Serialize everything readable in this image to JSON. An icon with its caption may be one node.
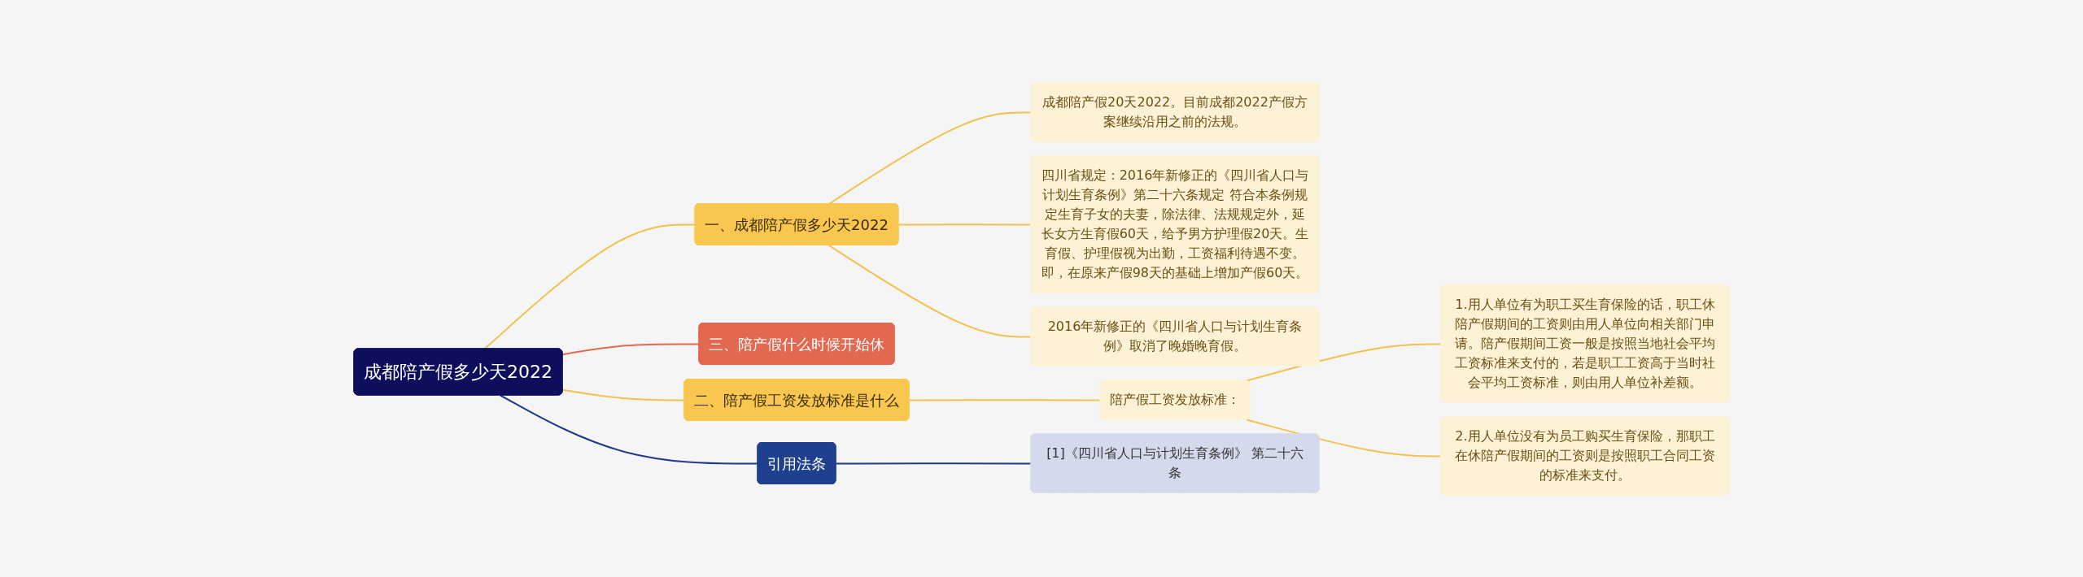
{
  "diagram": {
    "nodes": [
      {
        "text": [
          "成都陪产假多少天2022"
        ]
      },
      {
        "text": [
          "一、成都陪产假多少天2022"
        ]
      },
      {
        "text": [
          "成都陪产假20天2022。目前成都2022产假方案继续沿用之前的法规。"
        ]
      },
      {
        "text": [
          "四川省规定：2016年新修正的《四川省人口与计划生育条例》第二十六条规定 符合本条例规定生育子女的夫妻，除法律、法规规定外，延长女方生育假60天，给予男方护理假20天。生育假、护理假视为出勤，工资福利待遇不变。即，在原来产假98天的基础上增加产假60天。"
        ]
      },
      {
        "text": [
          "2016年新修正的《四川省人口与计划生育条例》取消了晚婚晚育假。"
        ]
      },
      {
        "text": [
          "三、陪产假什么时候开始休"
        ]
      },
      {
        "text": [
          "二、陪产假工资发放标准是什么"
        ]
      },
      {
        "text": [
          "陪产假工资发放标准："
        ]
      },
      {
        "text": [
          "1.用人单位有为职工买生育保险的话，职工休陪产假期间的工资则由用人单位向相关部门申请。陪产假期间工资一般是按照当地社会平均工资标准来支付的，若是职工工资高于当时社会平均工资标准，则由用人单位补差额。"
        ]
      },
      {
        "text": [
          "2.用人单位没有为员工购买生育保险，那职工在休陪产假期间的工资则是按照职工合同工资的标准来支付。"
        ]
      },
      {
        "text": [
          "引用法条"
        ]
      },
      {
        "text": [
          "[1]《四川省人口与计划生育条例》 第二十六条"
        ]
      }
    ],
    "edges": [
      {
        "from": 0,
        "to": 1,
        "arrow": "none"
      },
      {
        "from": 1,
        "to": 2,
        "arrow": "none"
      },
      {
        "from": 1,
        "to": 3,
        "arrow": "none"
      },
      {
        "from": 1,
        "to": 4,
        "arrow": "none"
      },
      {
        "from": 0,
        "to": 5,
        "arrow": "none",
        "color": "#e2684f"
      },
      {
        "from": 0,
        "to": 6,
        "arrow": "none"
      },
      {
        "from": 6,
        "to": 7,
        "arrow": "none"
      },
      {
        "from": 7,
        "to": 8,
        "arrow": "none"
      },
      {
        "from": 7,
        "to": 9,
        "arrow": "none"
      },
      {
        "from": 0,
        "to": 10,
        "arrow": "none",
        "color": "#1f3a8a"
      },
      {
        "from": 10,
        "to": 11,
        "arrow": "none",
        "color": "#1f3a8a"
      }
    ]
  }
}
